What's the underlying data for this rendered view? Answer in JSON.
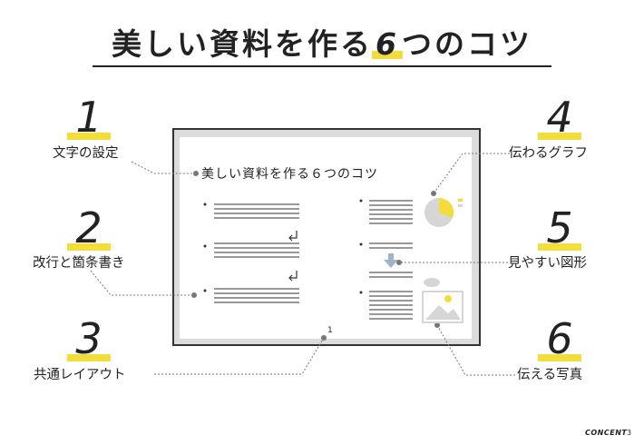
{
  "title": {
    "main": "美しい資料を作る",
    "number": "6",
    "suffix": "つのコツ"
  },
  "tips": [
    {
      "number": "1",
      "label": "文字の設定"
    },
    {
      "number": "2",
      "label": "改行と箇条書き"
    },
    {
      "number": "3",
      "label": "共通レイアウト"
    },
    {
      "number": "4",
      "label": "伝わるグラフ"
    },
    {
      "number": "5",
      "label": "見やすい図形"
    },
    {
      "number": "6",
      "label": "伝える写真"
    }
  ],
  "slide": {
    "title": "美しい資料を作る６つのコツ",
    "page_number": "1"
  },
  "footer": {
    "brand": "CONCENT",
    "page": "3"
  },
  "colors": {
    "accent": "#f2dd3c",
    "text": "#222222",
    "frame": "#dcdcdc",
    "icon_gray": "#d6d6d6",
    "arrow": "#9fb4c8"
  },
  "icons": [
    "pie-chart-icon",
    "down-arrow-icon",
    "image-placeholder-icon",
    "return-arrow-icon"
  ]
}
